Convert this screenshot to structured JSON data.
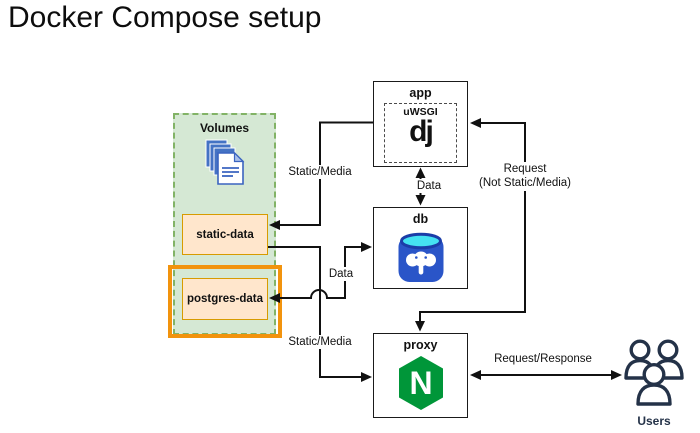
{
  "title": "Docker Compose setup",
  "volumes": {
    "label": "Volumes",
    "static_volume": "static-data",
    "postgres_volume": "postgres-data"
  },
  "nodes": {
    "app": {
      "label": "app",
      "server": "uWSGI",
      "logo_text": "dj"
    },
    "db": {
      "label": "db"
    },
    "proxy": {
      "label": "proxy"
    },
    "users": {
      "label": "Users"
    }
  },
  "edges": {
    "app_to_static": {
      "label": "Static/Media"
    },
    "app_db": {
      "label": "Data"
    },
    "proxy_app": {
      "label": "Request",
      "label2": "(Not Static/Media)"
    },
    "db_postgres": {
      "label": "Data"
    },
    "static_to_proxy": {
      "label": "Static/Media"
    },
    "proxy_users": {
      "label": "Request/Response"
    }
  },
  "colors": {
    "volume_fill": "#d5e8d4",
    "volume_border": "#82b366",
    "data_box_fill": "#ffe6cc",
    "data_box_border": "#d79b00",
    "highlight_border": "#f2930d",
    "nginx_green": "#009639",
    "postgres_blue": "#2a55c8",
    "postgres_cyan": "#45e2f2",
    "users_navy": "#243248",
    "line": "#111111"
  }
}
